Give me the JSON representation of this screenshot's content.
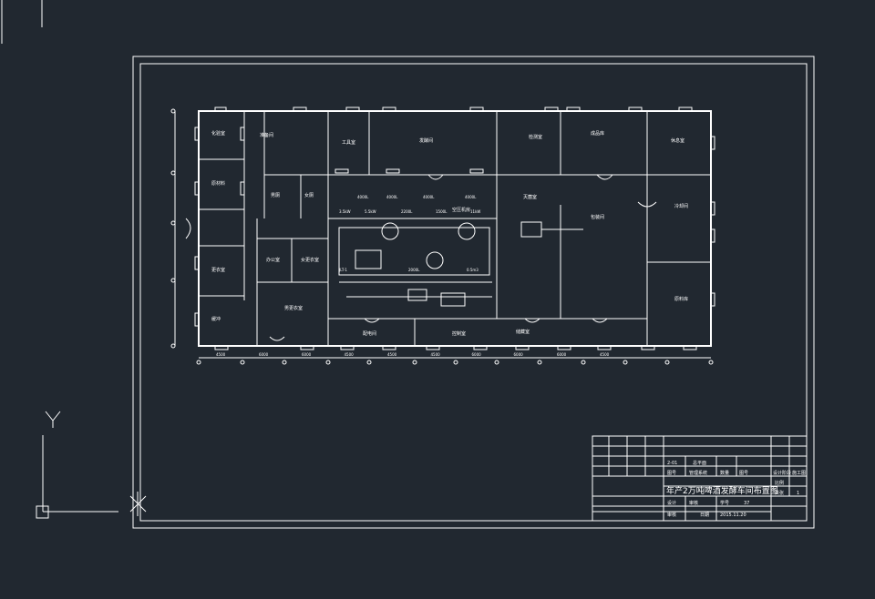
{
  "drawing": {
    "rooms": [
      "化验室",
      "原材料",
      "工具室",
      "发酵间",
      "休息室",
      "成品库",
      "更衣室",
      "缓冲",
      "准备间",
      "男厕",
      "女厕",
      "办公室",
      "包装间",
      "冷却间",
      "灭菌室",
      "检测室",
      "控制室",
      "储藏室",
      "配电间",
      "空压机房",
      "原料库",
      "女更衣室",
      "男更衣室"
    ],
    "equipment_tags": [
      "4000L",
      "4000L",
      "4000L",
      "4000L",
      "3.5kW",
      "5.5kW",
      "2200L",
      "1500L",
      "11kW",
      "JLT-1",
      "2000L",
      "0.5m3"
    ],
    "bottom_dims": [
      "4500",
      "6000",
      "6000",
      "4500",
      "4500",
      "4500",
      "6000",
      "6000",
      "6000",
      "4500"
    ]
  },
  "title_block": {
    "row1": [
      "2-01",
      "总平面"
    ],
    "row2": [
      "图号",
      "管理系统",
      "数量",
      "图号",
      "设计阶段",
      "施工图"
    ],
    "title": "年产2万吨啤酒发酵车间布置图",
    "scale_label": "比例",
    "sheet_label": "共张",
    "sheet_value": "1",
    "row4": [
      "设计",
      "审核",
      "学号",
      "37"
    ],
    "row5": [
      "审核",
      "日期",
      "2015.11.20"
    ]
  }
}
